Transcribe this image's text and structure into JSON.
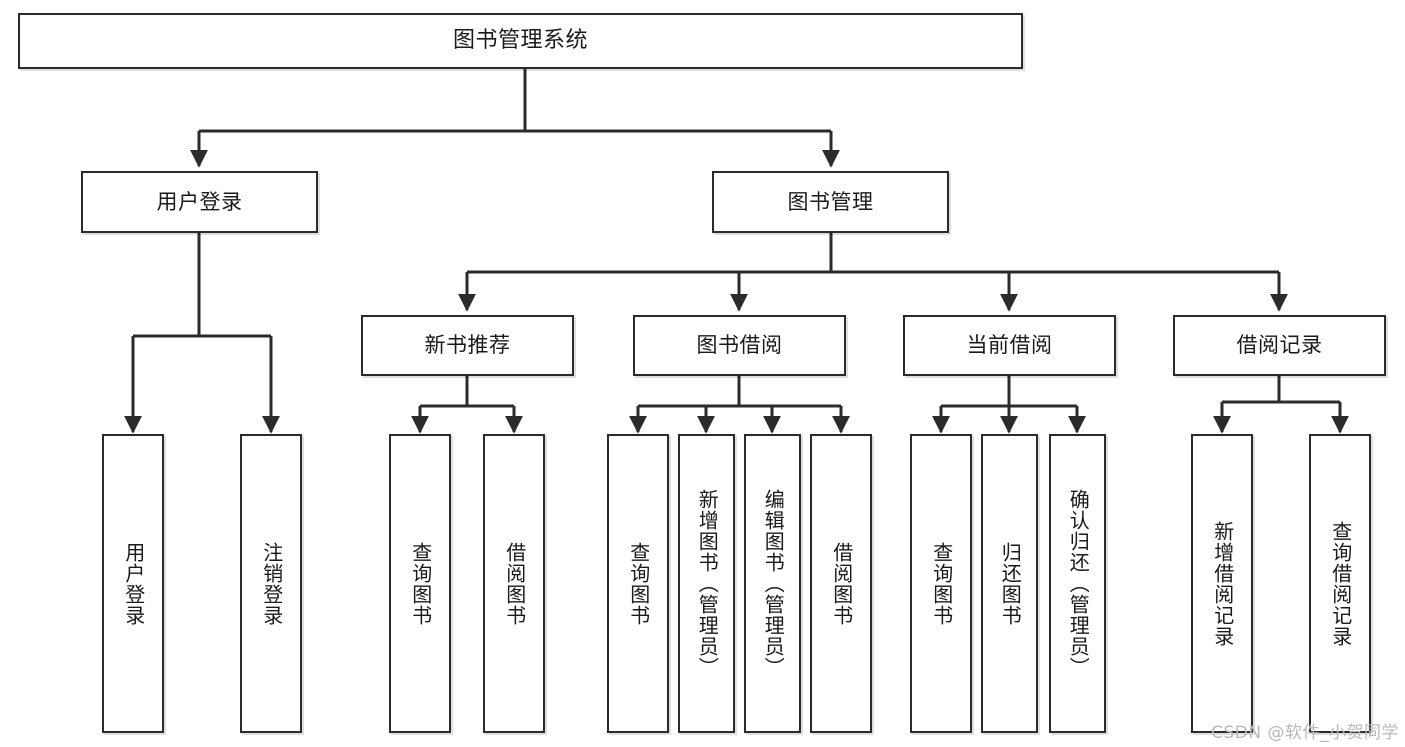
{
  "diagram": {
    "title": "图书管理系统",
    "type": "tree",
    "stroke_color": "#2b2b2b",
    "fill_color": "#ffffff",
    "text_color": "#1a1a1a"
  },
  "nodes": {
    "root": {
      "label": "图书管理系统"
    },
    "level1": [
      {
        "id": "user-login",
        "label": "用户登录"
      },
      {
        "id": "book-manage",
        "label": "图书管理"
      }
    ],
    "level2": [
      {
        "id": "new-book-recommend",
        "label": "新书推荐"
      },
      {
        "id": "book-borrow",
        "label": "图书借阅"
      },
      {
        "id": "current-borrow",
        "label": "当前借阅"
      },
      {
        "id": "borrow-record",
        "label": "借阅记录"
      }
    ],
    "leaves": {
      "user_login": [
        {
          "id": "leaf-user-login",
          "label": "用户登录"
        },
        {
          "id": "leaf-logout",
          "label": "注销登录"
        }
      ],
      "new_book_recommend": [
        {
          "id": "leaf-query-book-1",
          "label": "查询图书"
        },
        {
          "id": "leaf-borrow-book-1",
          "label": "借阅图书"
        }
      ],
      "book_borrow": [
        {
          "id": "leaf-query-book-2",
          "label": "查询图书"
        },
        {
          "id": "leaf-add-book",
          "label": "新增图书（管理员）"
        },
        {
          "id": "leaf-edit-book",
          "label": "编辑图书（管理员）"
        },
        {
          "id": "leaf-borrow-book-2",
          "label": "借阅图书"
        }
      ],
      "current_borrow": [
        {
          "id": "leaf-query-book-3",
          "label": "查询图书"
        },
        {
          "id": "leaf-return-book",
          "label": "归还图书"
        },
        {
          "id": "leaf-confirm-return",
          "label": "确认归还（管理员）"
        }
      ],
      "borrow_record": [
        {
          "id": "leaf-add-record",
          "label": "新增借阅记录"
        },
        {
          "id": "leaf-query-record",
          "label": "查询借阅记录"
        }
      ]
    }
  },
  "watermark": {
    "text": "CSDN @软件_小贺同学"
  }
}
